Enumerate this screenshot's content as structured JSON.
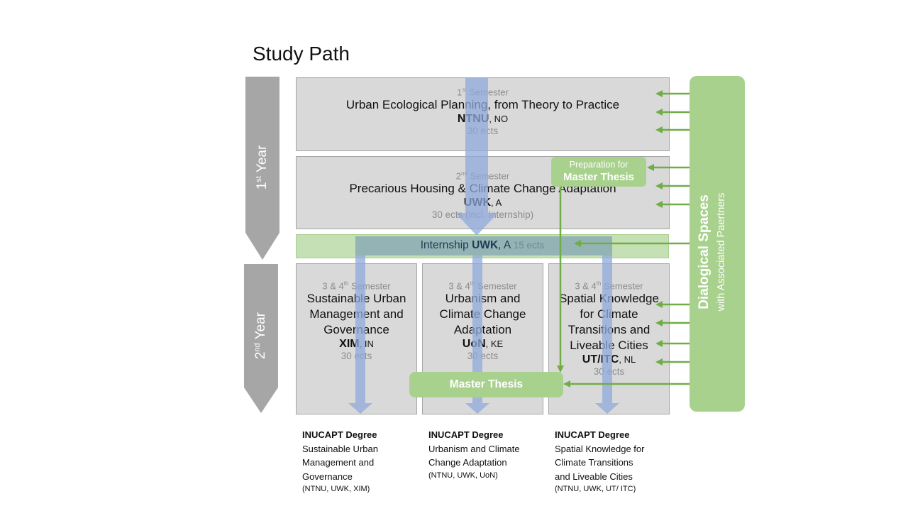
{
  "title": "Study Path",
  "years": [
    {
      "ordinal": "1",
      "suffix": "st",
      "label": "Year"
    },
    {
      "ordinal": "2",
      "suffix": "nd",
      "label": "Year"
    }
  ],
  "semester1": {
    "ordinal": "1",
    "suffix": "st",
    "label": "Semester",
    "course": "Urban Ecological Planning, from Theory to Practice",
    "uni": "NTNU",
    "country": ", NO",
    "ects": "30 ects"
  },
  "semester2": {
    "ordinal": "2",
    "suffix": "nd",
    "label": "Semester",
    "course": "Precarious Housing & Climate Change Adaptation",
    "uni": "UWK",
    "country": ", A",
    "ects": "30 ects (incl. Internship)"
  },
  "prep_thesis": {
    "line1": "Preparation for",
    "line2": "Master Thesis"
  },
  "internship": {
    "label": "Internship ",
    "uni": "UWK",
    "country": ", A ",
    "ects": "15 ects"
  },
  "tracks": [
    {
      "sem_prefix": "3 & 4",
      "sem_suffix": "th",
      "sem_label": " Semester",
      "course_lines": [
        "Sustainable Urban",
        "Management and",
        "Governance"
      ],
      "uni": "XIM",
      "country": ", IN",
      "ects": "30 ects"
    },
    {
      "sem_prefix": "3 & 4",
      "sem_suffix": "th",
      "sem_label": " Semester",
      "course_lines": [
        "Urbanism and",
        "Climate Change",
        "Adaptation"
      ],
      "uni": "UoN",
      "country": ", KE",
      "ects": "30 ects"
    },
    {
      "sem_prefix": "3 & 4",
      "sem_suffix": "th",
      "sem_label": " Semester",
      "course_lines": [
        "Spatial Knowledge",
        "for Climate",
        "Transitions and",
        "Liveable Cities"
      ],
      "uni": "UT/ITC",
      "country": ", NL",
      "ects": "30 ects"
    }
  ],
  "master_thesis": "Master Thesis",
  "dialogical": {
    "title": "Dialogical Spaces",
    "subtitle": "with Associated Paertners"
  },
  "degrees": [
    {
      "heading": "INUCAPT Degree",
      "lines": [
        "Sustainable Urban",
        "Management and",
        "Governance"
      ],
      "partners": "(NTNU, UWK, XIM)"
    },
    {
      "heading": "INUCAPT Degree",
      "lines": [
        "Urbanism and Climate",
        "Change Adaptation"
      ],
      "partners": "(NTNU, UWK, UoN)"
    },
    {
      "heading": "INUCAPT Degree",
      "lines": [
        "Spatial Knowledge for",
        "Climate Transitions",
        "and Liveable Cities"
      ],
      "partners": "(NTNU, UWK, UT/ ITC)"
    }
  ],
  "colors": {
    "box": "#d9d9d9",
    "green": "#a9d18e",
    "green_arrow": "#70ad47",
    "blue_arrow": "#8faadc",
    "year_arrow": "#a6a6a6"
  }
}
